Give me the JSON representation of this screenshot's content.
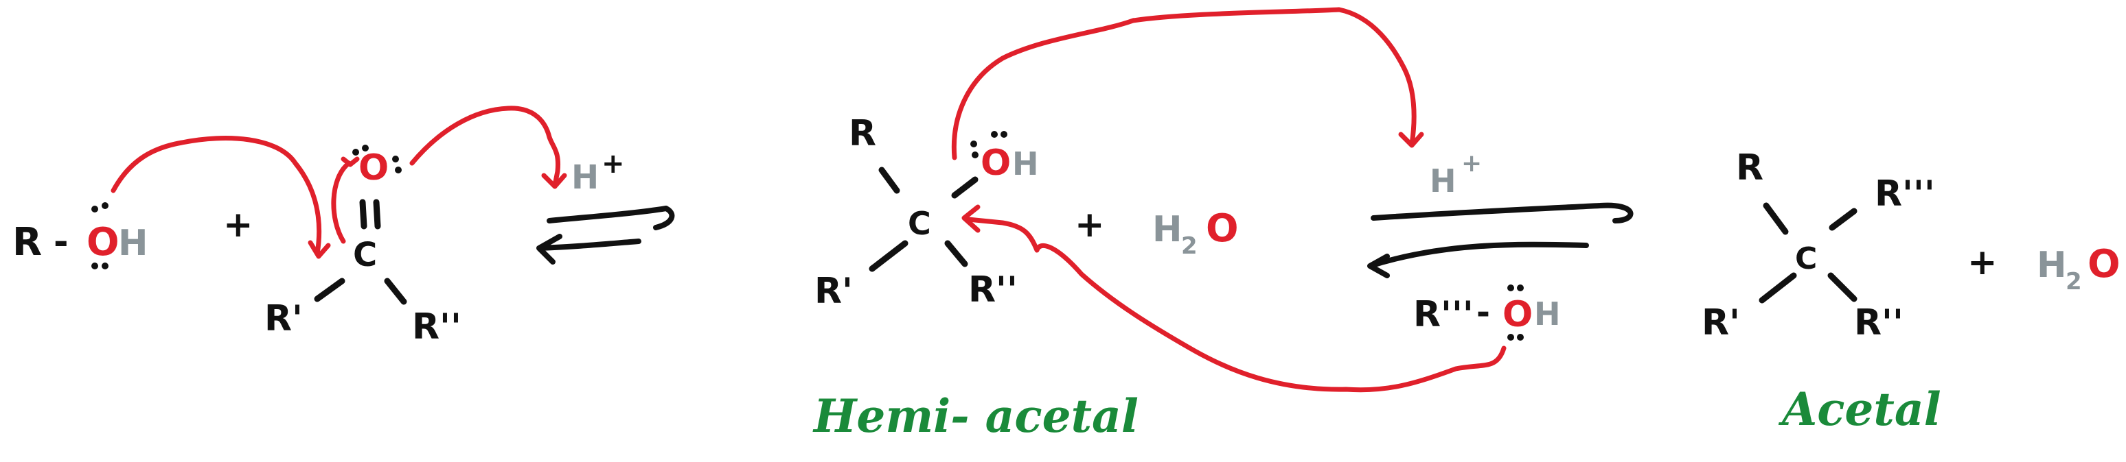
{
  "reactants": {
    "alcohol": {
      "r": "R",
      "dash": "-",
      "o": "O",
      "h": "H"
    },
    "plus": "+",
    "carbonyl": {
      "o": "O",
      "double_bond": "||",
      "c": "C",
      "r1": "R'",
      "r2": "R''"
    },
    "acid": {
      "h": "H",
      "charge": "+"
    }
  },
  "hemiacetal": {
    "r": "R",
    "c": "C",
    "o": "O",
    "h": "H",
    "r1": "R'",
    "r2": "R''",
    "plus": "+",
    "water": {
      "h": "H",
      "sub": "2",
      "o": "O"
    },
    "label": "Hemi- acetal"
  },
  "second_step": {
    "acid": {
      "h": "H",
      "charge": "+"
    },
    "alcohol": {
      "r": "R'''",
      "dash": "-",
      "o": "O",
      "h": "H"
    }
  },
  "acetal": {
    "r": "R",
    "r3": "R'''",
    "c": "C",
    "r1": "R'",
    "r2": "R''",
    "plus": "+",
    "water": {
      "h": "H",
      "sub": "2",
      "o": "O"
    },
    "label": "Acetal"
  },
  "colors": {
    "ink": "#111111",
    "arrow": "#e0202b",
    "hydrogen": "#8a9499",
    "label": "#1a8a3a"
  }
}
